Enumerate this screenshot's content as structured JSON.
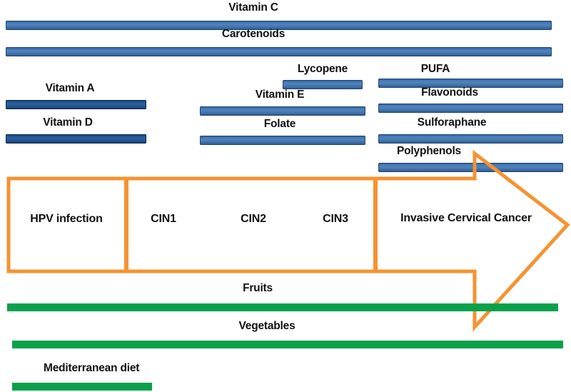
{
  "figure": {
    "title": "Dietary factors across cervical carcinogenesis stages",
    "colors": {
      "bar_blue": "#3d70ad",
      "bar_blue_dark": "#1d4a80",
      "bar_green": "#0aa14b",
      "arrow_orange": "#F59331",
      "text": "#111111"
    }
  },
  "nutrient_bars": [
    {
      "label": "Vitamin C",
      "shade": "light"
    },
    {
      "label": "Carotenoids",
      "shade": "light"
    },
    {
      "label": "Lycopene",
      "shade": "light"
    },
    {
      "label": "PUFA",
      "shade": "light"
    },
    {
      "label": "Vitamin A",
      "shade": "dark"
    },
    {
      "label": "Vitamin E",
      "shade": "light"
    },
    {
      "label": "Flavonoids",
      "shade": "light"
    },
    {
      "label": "Vitamin D",
      "shade": "dark"
    },
    {
      "label": "Folate",
      "shade": "light"
    },
    {
      "label": "Sulforaphane",
      "shade": "light"
    },
    {
      "label": "Polyphenols",
      "shade": "light"
    }
  ],
  "food_bars": [
    {
      "label": "Fruits"
    },
    {
      "label": "Vegetables"
    },
    {
      "label": "Mediterranean diet"
    }
  ],
  "progression": {
    "stages": [
      {
        "label": "HPV infection"
      },
      {
        "label": "CIN1"
      },
      {
        "label": "CIN2"
      },
      {
        "label": "CIN3"
      },
      {
        "label": "Invasive Cervical Cancer"
      }
    ]
  },
  "labels": {
    "vitamin_c": "Vitamin C",
    "carotenoids": "Carotenoids",
    "lycopene": "Lycopene",
    "pufa": "PUFA",
    "vitamin_a": "Vitamin A",
    "vitamin_e": "Vitamin E",
    "flavonoids": "Flavonoids",
    "vitamin_d": "Vitamin D",
    "folate": "Folate",
    "sulforaphane": "Sulforaphane",
    "polyphenols": "Polyphenols",
    "fruits": "Fruits",
    "vegetables": "Vegetables",
    "mediterranean_diet": "Mediterranean diet",
    "hpv_infection": "HPV infection",
    "cin1": "CIN1",
    "cin2": "CIN2",
    "cin3": "CIN3",
    "invasive_cervical_cancer": "Invasive Cervical Cancer"
  }
}
